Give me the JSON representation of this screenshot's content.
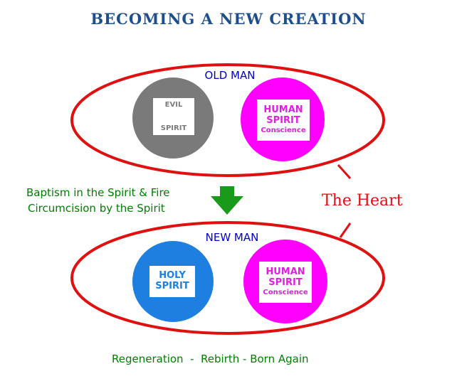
{
  "title": "BECOMING A NEW CREATION",
  "old_man": {
    "label": "OLD MAN",
    "evil_spirit": [
      "EVIL",
      "SPIRIT"
    ],
    "human_spirit": [
      "HUMAN",
      "SPIRIT",
      "Conscience"
    ]
  },
  "transition": {
    "line1": "Baptism in the Spirit & Fire",
    "line2": "Circumcision by the Spirit"
  },
  "heart_label": "The Heart",
  "new_man": {
    "label": "NEW MAN",
    "holy_spirit": [
      "HOLY",
      "SPIRIT"
    ],
    "human_spirit": [
      "HUMAN",
      "SPIRIT",
      "Conscience"
    ]
  },
  "footer": "Regeneration  -  Rebirth - Born Again",
  "colors": {
    "title": "#1f4e8c",
    "ellipse": "#e01010",
    "evil_circle": "#7a7a7a",
    "human_circle": "#ff00ff",
    "holy_circle": "#1e7fe0",
    "arrow": "#1a9a1a",
    "green_text": "#008000",
    "man_label": "#0000cc"
  }
}
